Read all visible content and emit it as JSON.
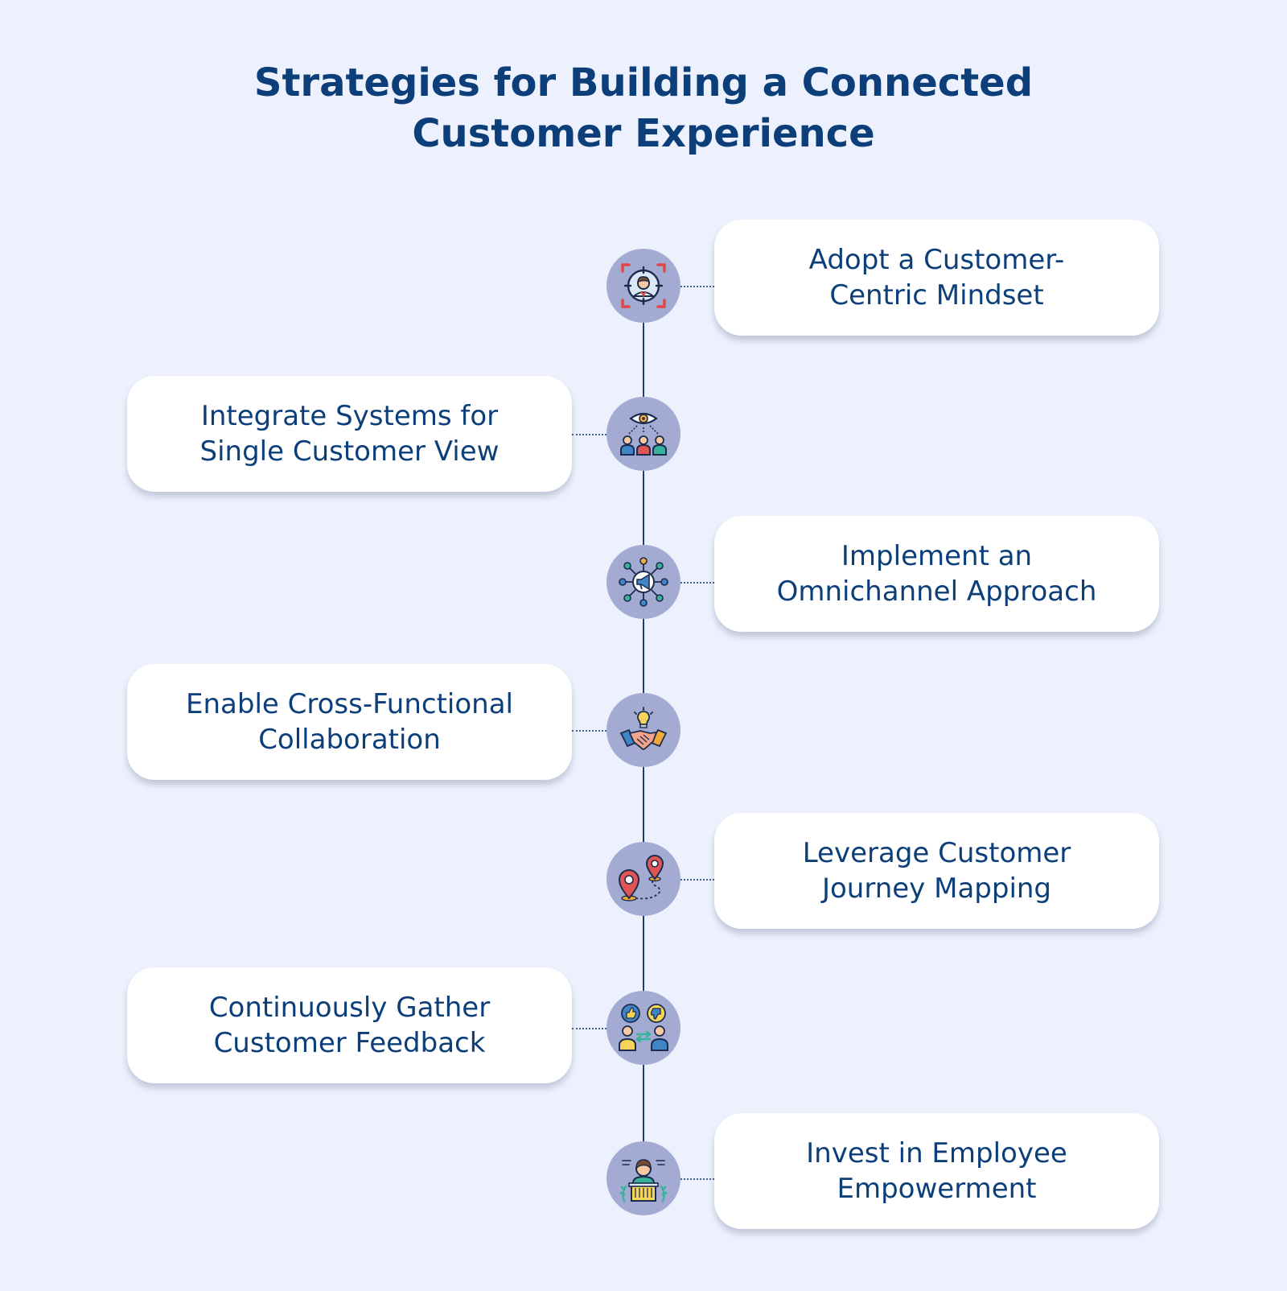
{
  "title": "Strategies for Building a Connected\nCustomer Experience",
  "colors": {
    "background": "#edf1fd",
    "title": "#0c3f7a",
    "card": "#ffffff",
    "node": "#a4abd3",
    "line": "#1c3c6e"
  },
  "steps": [
    {
      "label": "Adopt a Customer-\nCentric Mindset",
      "icon": "customer-target-icon",
      "side": "right"
    },
    {
      "label": "Integrate Systems for\nSingle Customer View",
      "icon": "eye-over-people-icon",
      "side": "left"
    },
    {
      "label": "Implement an\nOmnichannel Approach",
      "icon": "megaphone-network-icon",
      "side": "right"
    },
    {
      "label": "Enable Cross-Functional\nCollaboration",
      "icon": "handshake-lightbulb-icon",
      "side": "left"
    },
    {
      "label": "Leverage Customer\nJourney Mapping",
      "icon": "map-pin-route-icon",
      "side": "right"
    },
    {
      "label": "Continuously Gather\nCustomer Feedback",
      "icon": "feedback-exchange-icon",
      "side": "left"
    },
    {
      "label": "Invest in Employee\nEmpowerment",
      "icon": "speaker-podium-icon",
      "side": "right"
    }
  ]
}
